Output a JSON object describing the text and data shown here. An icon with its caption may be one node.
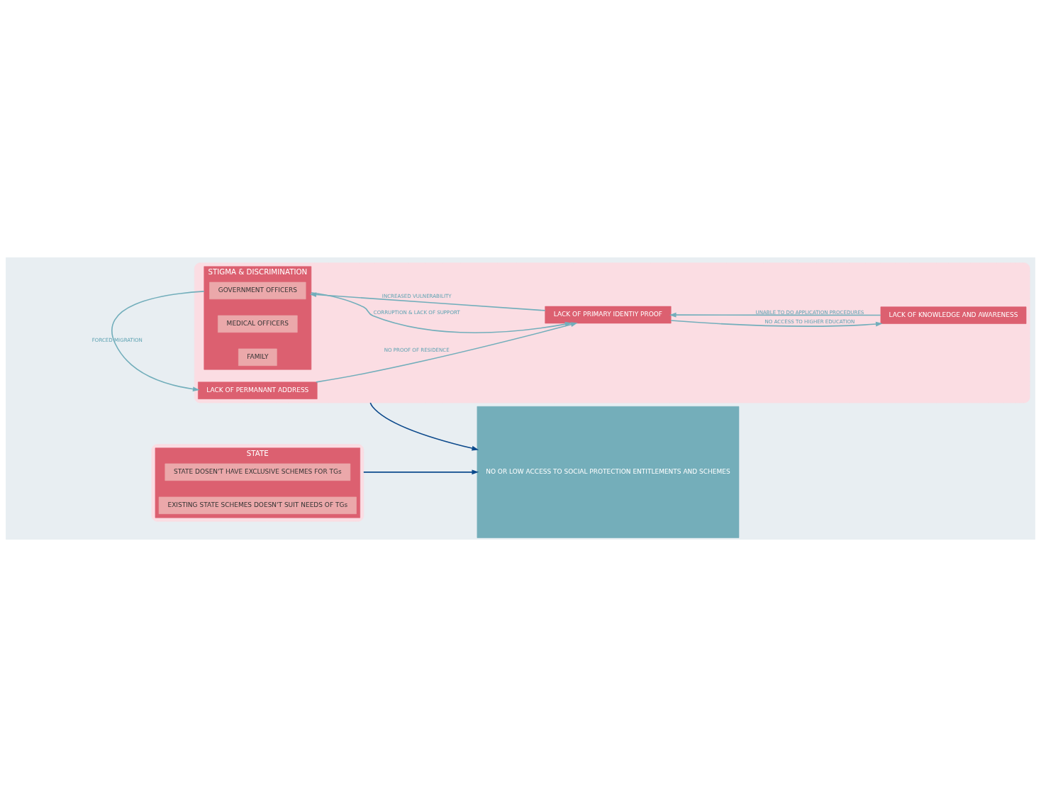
{
  "diagram": {
    "nodes": [
      {
        "text": [],
        "shape": "ellipse"
      },
      {
        "text": [
          "STIGMA & DISCRIMINATION"
        ],
        "in": 0
      },
      {
        "text": [
          "GOVERNMENT OFFICERS"
        ],
        "in": 1
      },
      {
        "text": [
          "MEDICAL OFFICERS"
        ],
        "in": 1
      },
      {
        "text": [
          "FAMILY"
        ],
        "in": 1
      },
      {
        "text": [
          "LACK OF PERMANANT ADDRESS"
        ],
        "in": 0
      },
      {
        "text": [
          "LACK OF PRIMARY IDENTIY PROOF"
        ],
        "in": 0
      },
      {
        "text": [
          "LACK OF KNOWLEDGE AND AWARENESS"
        ],
        "in": 0
      },
      {
        "text": [],
        "shape": "ellipse"
      },
      {
        "text": [
          "STATE"
        ],
        "in": 8
      },
      {
        "text": [
          "STATE DOSEN'T HAVE EXCLUSIVE SCHEMES FOR TGs"
        ],
        "in": 9
      },
      {
        "text": [
          "EXISTING STATE SCHEMES DOESN'T SUIT NEEDS OF TGs"
        ],
        "in": 9
      },
      {
        "text": [
          "NO OR LOW ACCESS TO SOCIAL PROTECTION ENTITLEMENTS AND SCHEMES"
        ]
      }
    ],
    "edges": [
      {
        "from": 1,
        "to": 5,
        "label": "FORCED MIGRATION",
        "arrow": "to"
      },
      {
        "from": 1,
        "to": 6,
        "label": "CORRUPTION & LACK OF SUPPORT",
        "arrow": "to"
      },
      {
        "from": 6,
        "to": 1,
        "label": "INCREASED VULNERABILITY",
        "arrow": "to"
      },
      {
        "from": 5,
        "to": 6,
        "label": "NO PROOF OF RESIDENCE",
        "arrow": "to"
      },
      {
        "from": 7,
        "to": 6,
        "label": "UNABLE TO DO APPLICATION PROCEDURES",
        "arrow": "to"
      },
      {
        "from": 6,
        "to": 7,
        "label": "NO ACCESS TO HIGHER EDUCATION",
        "arrow": "to"
      },
      {
        "from": 0,
        "to": 12,
        "arrow": "to",
        "color": "#0d4a8c"
      },
      {
        "from": 8,
        "to": 12,
        "arrow": "to",
        "color": "#0d4a8c"
      }
    ]
  }
}
